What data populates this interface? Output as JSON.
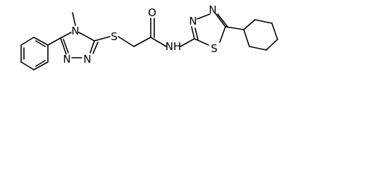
{
  "molecule": {
    "labels": {
      "methyl": "CH3-stub",
      "n4": "N",
      "s_thioether": "S",
      "o_carbonyl": "O",
      "n_left1": "N",
      "n_left2": "N",
      "nh": "NH",
      "n_right1": "N",
      "n_right2": "N",
      "s_ring": "S"
    },
    "visible_text": {
      "n4": "N",
      "s_thioether": "S",
      "o_carbonyl": "O",
      "n_left1": "N",
      "n_left2": "N",
      "nh": "NH",
      "n_right1": "N",
      "n_right2": "N",
      "s_ring": "S"
    }
  },
  "colors": {
    "bond": "#000000",
    "text": "#000000",
    "background": "#ffffff"
  }
}
